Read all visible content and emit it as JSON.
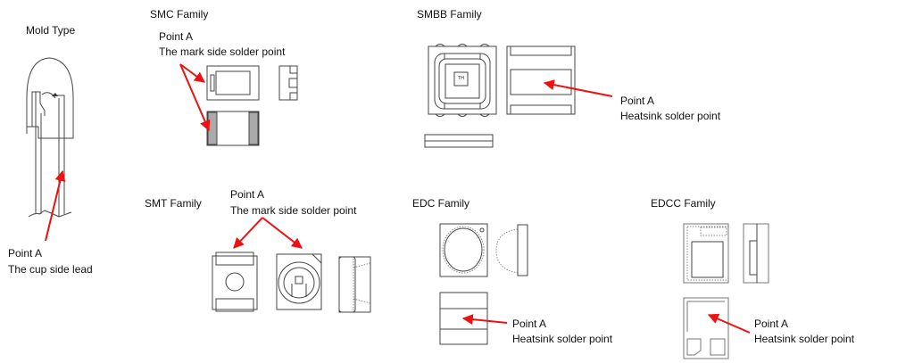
{
  "sections": {
    "mold": {
      "title": "Mold Type",
      "point_label": "Point A",
      "point_desc": "The cup side lead"
    },
    "smc": {
      "title": "SMC Family",
      "point_label": "Point A",
      "point_desc": "The mark side solder point"
    },
    "smbb": {
      "title": "SMBB Family",
      "point_label": "Point A",
      "point_desc": "Heatsink solder point",
      "chip_mark": "TH"
    },
    "smt": {
      "title": "SMT Family",
      "point_label": "Point A",
      "point_desc": "The mark side solder point"
    },
    "edc": {
      "title": "EDC Family",
      "point_label": "Point A",
      "point_desc": "Heatsink solder point"
    },
    "edcc": {
      "title": "EDCC Family",
      "point_label": "Point A",
      "point_desc": "Heatsink solder point"
    }
  },
  "colors": {
    "arrow": "#ee1111",
    "line": "#444444",
    "background": "#ffffff"
  }
}
